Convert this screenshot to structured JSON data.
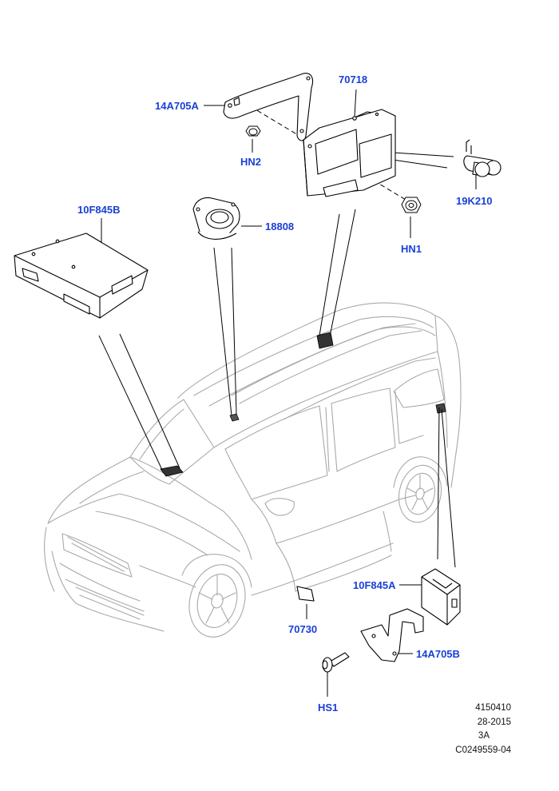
{
  "callouts": {
    "p14A705A": "14A705A",
    "p70718": "70718",
    "pHN2": "HN2",
    "p10F845B": "10F845B",
    "p18808": "18808",
    "p19K210": "19K210",
    "pHN1": "HN1",
    "p10F845A": "10F845A",
    "p70730": "70730",
    "p14A705B": "14A705B",
    "pHS1": "HS1"
  },
  "reference": {
    "line1": "4150410",
    "line2": "28-2015",
    "line3": "3A",
    "line4": "C0249559-04"
  },
  "colors": {
    "callout": "#1a3fd6",
    "line": "#000000",
    "vehicle": "#a8a8a8"
  }
}
